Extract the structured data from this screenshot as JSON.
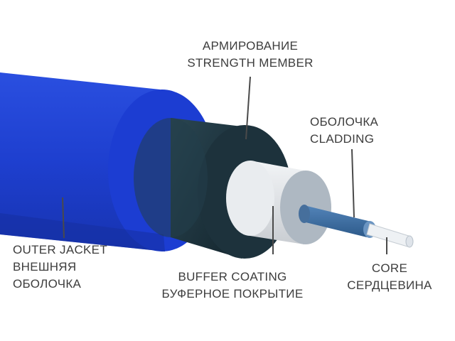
{
  "colors": {
    "outer_jacket": "#1e3fcf",
    "strength_member": "#1f3540",
    "buffer_coating": "#dfe2e6",
    "cladding": "#3f6fa3",
    "core": "#eef1f4",
    "leader_line": "#4a4a4a",
    "text": "#3d3d3d"
  },
  "labels": {
    "strength_member": {
      "ru": "АРМИРОВАНИЕ",
      "en": "STRENGTH MEMBER"
    },
    "cladding": {
      "ru": "ОБОЛОЧКА",
      "en": "CLADDING"
    },
    "outer_jacket": {
      "en": "OUTER JACKET",
      "ru_line1": "ВНЕШНЯЯ",
      "ru_line2": "ОБОЛОЧКА"
    },
    "buffer_coating": {
      "en": "BUFFER COATING",
      "ru": "БУФЕРНОЕ ПОКРЫТИЕ"
    },
    "core": {
      "en": "CORE",
      "ru": "СЕРДЦЕВИНА"
    }
  }
}
